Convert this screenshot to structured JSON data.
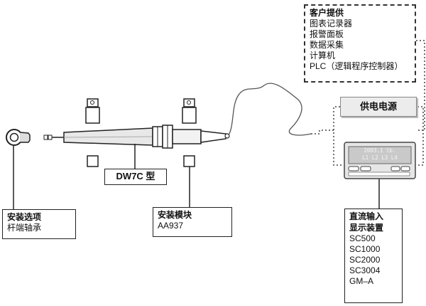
{
  "customer_box": {
    "title": "客户提供",
    "items": [
      "图表记录器",
      "报警面板",
      "数据采集",
      "计算机",
      "PLC（逻辑程序控制器）"
    ]
  },
  "power_box": {
    "label": "供电电源"
  },
  "display_screen": {
    "line1": "2003.1 lb.",
    "line2": "L1  L2  L3  L4"
  },
  "model_label": {
    "text": "DW7C 型"
  },
  "mount_option": {
    "title": "安装选项",
    "subtitle": "杆端轴承"
  },
  "mount_module": {
    "title": "安装模块",
    "subtitle": "AA937"
  },
  "dc_display": {
    "title1": "直流输入",
    "title2": "显示装置",
    "models": [
      "SC500",
      "SC1000",
      "SC2000",
      "SC3004",
      "GM–A"
    ]
  }
}
